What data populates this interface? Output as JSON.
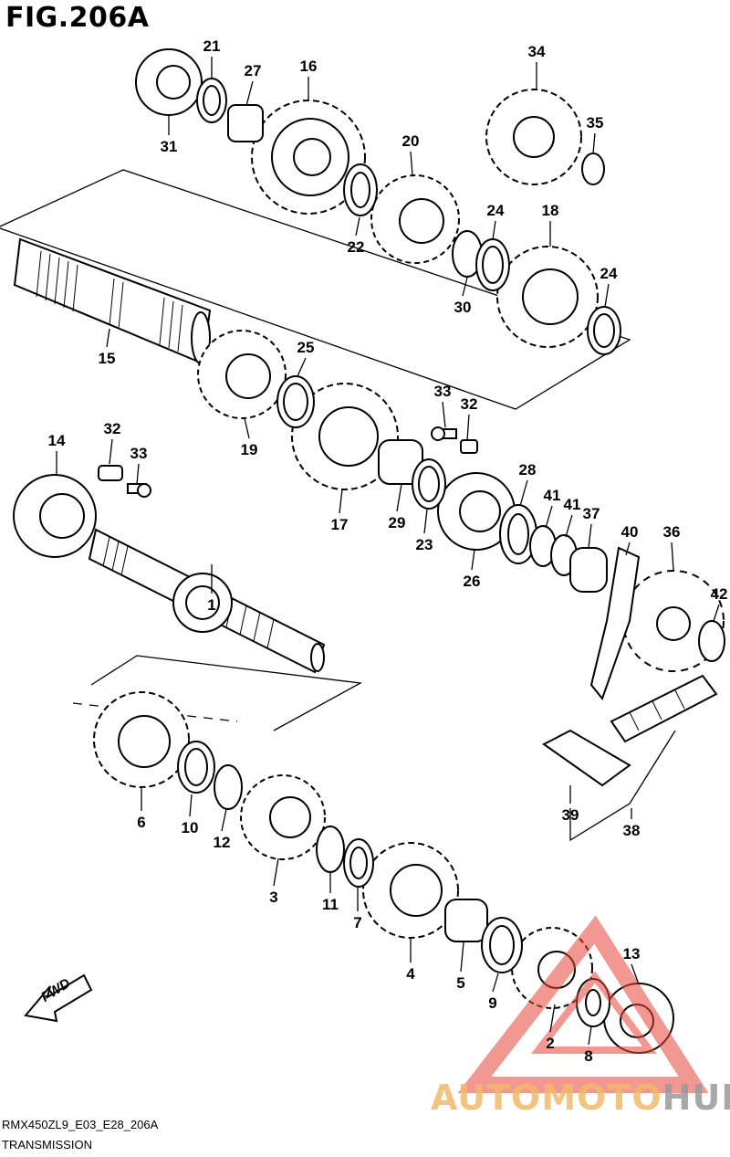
{
  "figure": {
    "title": "FIG.206A",
    "model_code": "RMX450ZL9_E03_E28_206A",
    "section": "TRANSMISSION"
  },
  "watermark": {
    "brand_left": "AUTOMOTO",
    "brand_right": "HUB",
    "colors": {
      "logo_red": "#e8453c",
      "text_orange": "#f1b969",
      "text_gray": "#9a9a9a"
    }
  },
  "direction_marker": {
    "label": "FWD",
    "icon": "fwd-arrow-icon"
  },
  "callouts": [
    {
      "number": "1"
    },
    {
      "number": "2"
    },
    {
      "number": "3"
    },
    {
      "number": "4"
    },
    {
      "number": "5"
    },
    {
      "number": "6"
    },
    {
      "number": "7"
    },
    {
      "number": "8"
    },
    {
      "number": "9"
    },
    {
      "number": "10"
    },
    {
      "number": "11"
    },
    {
      "number": "12"
    },
    {
      "number": "13"
    },
    {
      "number": "14"
    },
    {
      "number": "15"
    },
    {
      "number": "16"
    },
    {
      "number": "17"
    },
    {
      "number": "18"
    },
    {
      "number": "19"
    },
    {
      "number": "20"
    },
    {
      "number": "21"
    },
    {
      "number": "22"
    },
    {
      "number": "23"
    },
    {
      "number": "24"
    },
    {
      "number": "24"
    },
    {
      "number": "25"
    },
    {
      "number": "26"
    },
    {
      "number": "27"
    },
    {
      "number": "28"
    },
    {
      "number": "29"
    },
    {
      "number": "30"
    },
    {
      "number": "31"
    },
    {
      "number": "32"
    },
    {
      "number": "32"
    },
    {
      "number": "33"
    },
    {
      "number": "33"
    },
    {
      "number": "34"
    },
    {
      "number": "35"
    },
    {
      "number": "36"
    },
    {
      "number": "37"
    },
    {
      "number": "38"
    },
    {
      "number": "39"
    },
    {
      "number": "40"
    },
    {
      "number": "41"
    },
    {
      "number": "41"
    },
    {
      "number": "42"
    }
  ]
}
